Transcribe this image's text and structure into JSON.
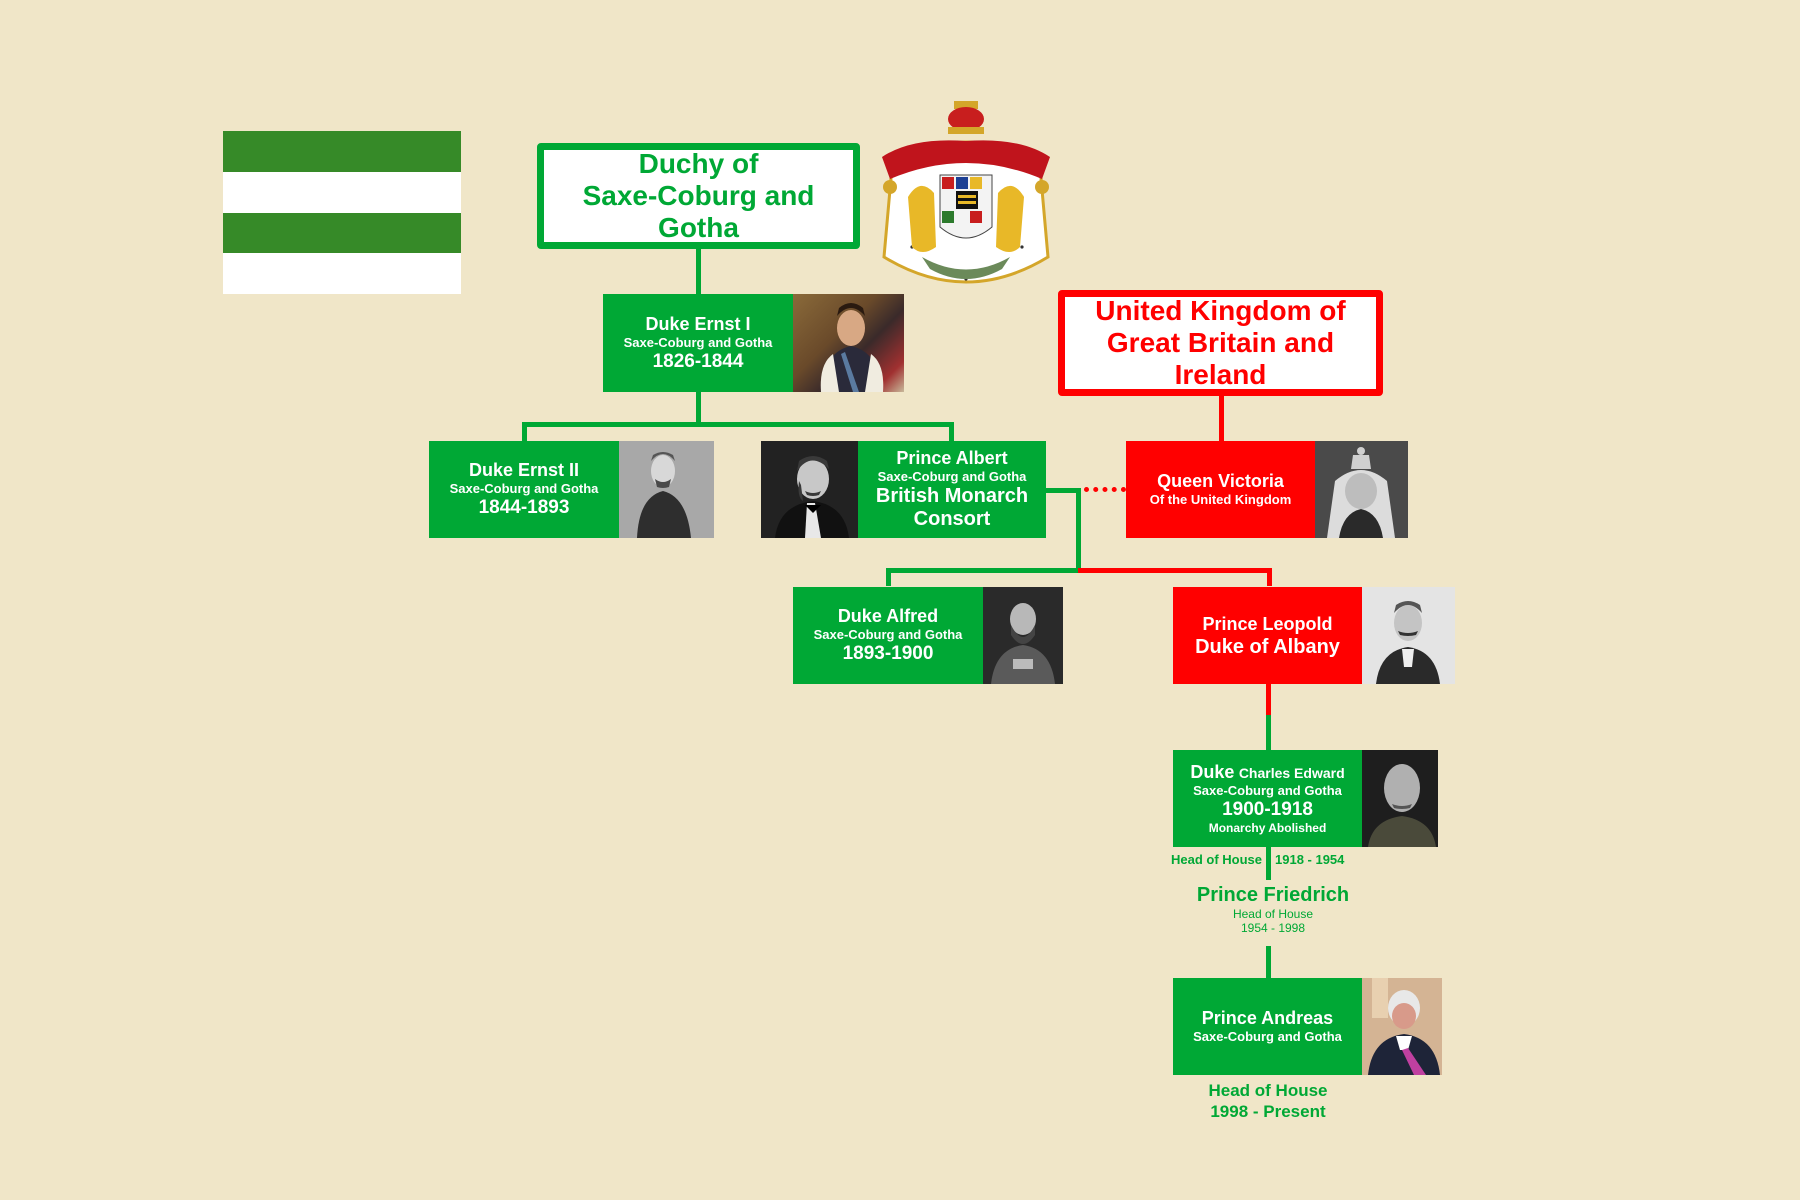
{
  "colors": {
    "background": "#f0e6c8",
    "saxe_green": "#00a835",
    "uk_red": "#ff0000",
    "flag_green": "#368a28",
    "flag_white": "#ffffff"
  },
  "flag": {
    "name": "Flag of Saxe-Coburg and Gotha",
    "stripes": [
      "green",
      "white",
      "green",
      "white"
    ]
  },
  "coat_of_arms": {
    "name": "Coat of arms of Saxe-Coburg and Gotha"
  },
  "titles": {
    "duchy": "Duchy of\nSaxe-Coburg and\nGotha",
    "uk": "United Kingdom of\nGreat Britain and\nIreland"
  },
  "people": {
    "ernst1": {
      "name": "Duke Ernst I",
      "house": "Saxe-Coburg and Gotha",
      "years": "1826-1844",
      "photo": "portrait-duke-ernst-i"
    },
    "ernst2": {
      "name": "Duke Ernst II",
      "house": "Saxe-Coburg and Gotha",
      "years": "1844-1893",
      "photo": "portrait-duke-ernst-ii"
    },
    "albert": {
      "name": "Prince Albert",
      "house": "Saxe-Coburg and Gotha",
      "role_line1": "British Monarch",
      "role_line2": "Consort",
      "photo": "portrait-prince-albert"
    },
    "victoria": {
      "name": "Queen Victoria",
      "house": "Of the United Kingdom",
      "photo": "portrait-queen-victoria"
    },
    "alfred": {
      "name": "Duke Alfred",
      "house": "Saxe-Coburg and Gotha",
      "years": "1893-1900",
      "photo": "portrait-duke-alfred"
    },
    "leopold": {
      "name": "Prince Leopold",
      "title": "Duke of Albany",
      "photo": "portrait-prince-leopold"
    },
    "charles": {
      "name_prefix": "Duke",
      "name": "Charles Edward",
      "house": "Saxe-Coburg and Gotha",
      "years": "1900-1918",
      "note": "Monarchy Abolished",
      "head_label": "Head of House",
      "head_years": "1918 - 1954",
      "photo": "portrait-duke-charles-edward"
    },
    "friedrich": {
      "name": "Prince Friedrich",
      "head_label": "Head of House",
      "head_years": "1954 - 1998"
    },
    "andreas": {
      "name": "Prince Andreas",
      "house": "Saxe-Coburg and Gotha",
      "head_label": "Head of House",
      "head_years": "1998 - Present",
      "photo": "portrait-prince-andreas"
    }
  }
}
